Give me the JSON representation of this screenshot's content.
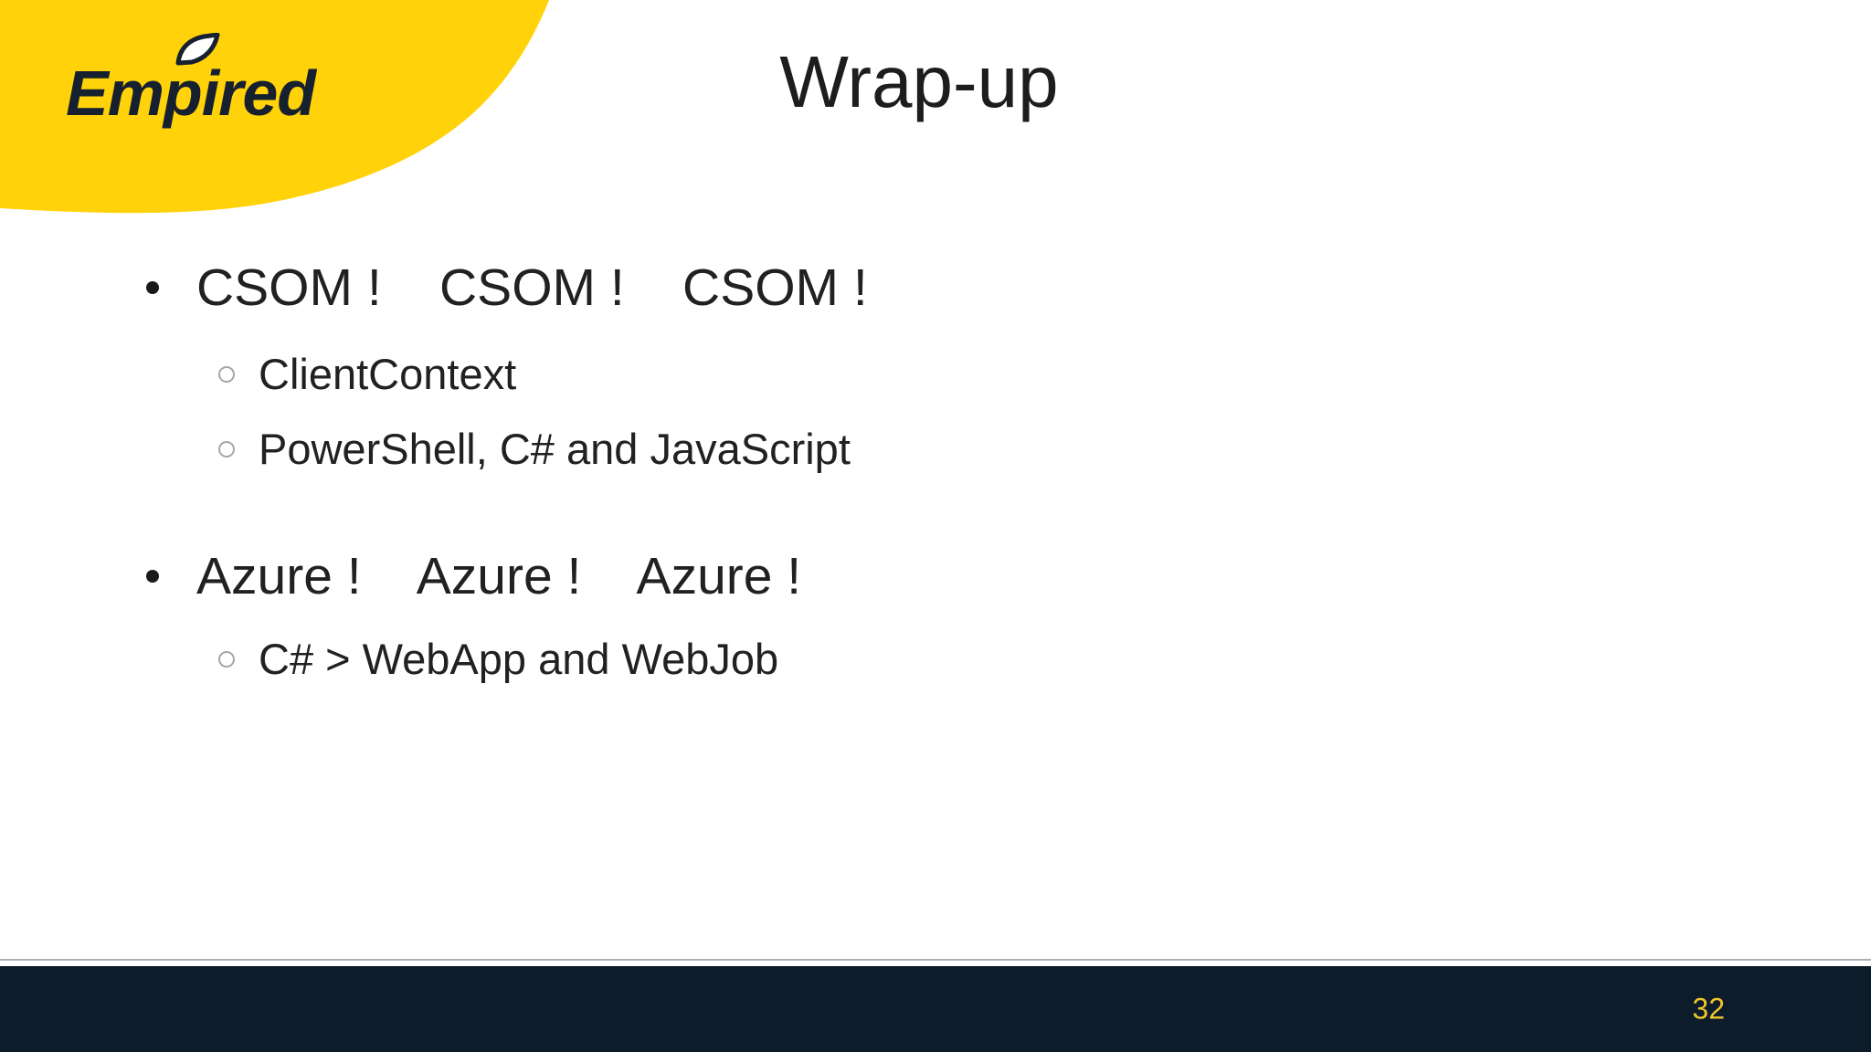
{
  "slide": {
    "logo": {
      "text": "Empired"
    },
    "title": "Wrap-up",
    "bullets": [
      {
        "level": 1,
        "text": "CSOM !    CSOM !    CSOM !"
      },
      {
        "level": 2,
        "text": "ClientContext"
      },
      {
        "level": 2,
        "text": "PowerShell, C# and JavaScript"
      },
      {
        "level": 1,
        "text": "Azure !    Azure !    Azure !"
      },
      {
        "level": 2,
        "text": "C# > WebApp and WebJob"
      }
    ],
    "footer": {
      "page_number": "32"
    },
    "colors": {
      "brand_yellow": "#FFD20A",
      "logo_navy": "#16202F",
      "footer_navy": "#0D1C2B",
      "page_number": "#EFC62B"
    }
  }
}
